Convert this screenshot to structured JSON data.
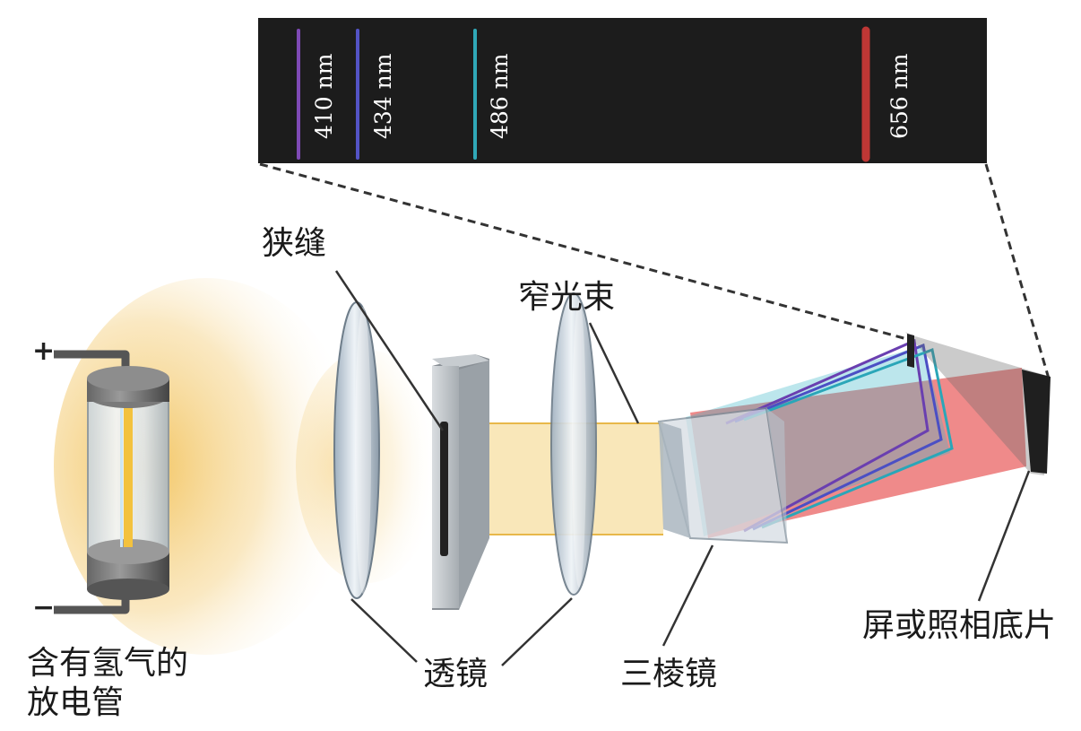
{
  "spectrum": {
    "lines": [
      {
        "label": "410 nm",
        "color": "#8a4fc6"
      },
      {
        "label": "434 nm",
        "color": "#5a5ad8"
      },
      {
        "label": "486 nm",
        "color": "#33b8c8"
      },
      {
        "label": "656 nm",
        "color": "#d03a38"
      }
    ]
  },
  "labels": {
    "tube_line1": "含有氢气的",
    "tube_line2": "放电管",
    "slit": "狭缝",
    "beam": "窄光束",
    "lens": "透镜",
    "prism": "三棱镜",
    "screen": "屏或照相底片"
  },
  "terminals": {
    "plus": "+",
    "minus": "−"
  }
}
